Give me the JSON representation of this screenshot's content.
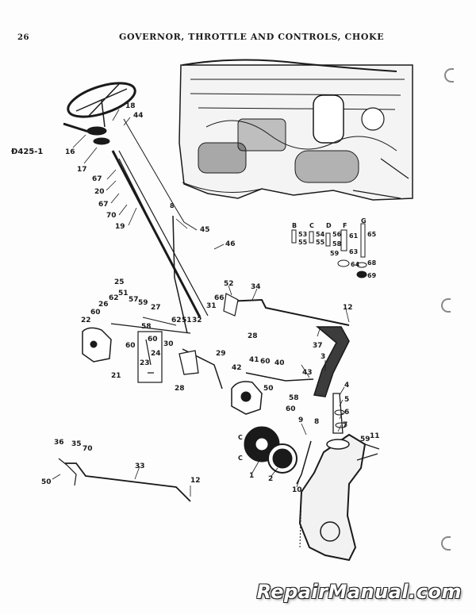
{
  "page": {
    "number": "26",
    "title": "GOVERNOR, THROTTLE AND CONTROLS, CHOKE",
    "figure_ref": "425-1",
    "watermark": "RepairManual.com"
  },
  "callouts": {
    "c1": "18",
    "c2": "44",
    "c3": "16",
    "c4": "17",
    "c5": "67",
    "c6": "20",
    "c7": "67",
    "c8": "70",
    "c9": "19",
    "c10": "8",
    "c11": "45",
    "c12": "46",
    "c13": "52",
    "c14": "34",
    "c15": "66",
    "c16": "31",
    "c17": "12",
    "c18": "25",
    "c19": "62",
    "c20": "51",
    "c21": "57",
    "c22": "59",
    "c23": "26",
    "c24": "27",
    "c25": "60",
    "c26": "22",
    "c27": "58",
    "c28": "62",
    "c29": "51",
    "c30": "32",
    "c31": "28",
    "c32": "37",
    "c33": "60",
    "c34": "30",
    "c35": "29",
    "c36": "60",
    "c37": "24",
    "c38": "23",
    "c39": "21",
    "c40": "3",
    "c41": "41",
    "c42": "60",
    "c43": "40",
    "c44": "42",
    "c45": "43",
    "c46": "50",
    "c47": "28",
    "c48": "4",
    "c49": "58",
    "c50": "5",
    "c51": "60",
    "c52": "6",
    "c53": "9",
    "c54": "8",
    "c55": "7",
    "c56": "59",
    "c57": "11",
    "c58": "36",
    "c59": "35",
    "c60": "70",
    "c61": "33",
    "c62": "50",
    "c63": "12",
    "c64": "1",
    "c65": "2",
    "c66": "10",
    "c67": "C",
    "c68": "C"
  },
  "hardware": {
    "h1": "B",
    "h2": "53",
    "h3": "55",
    "h4": "C",
    "h5": "54",
    "h6": "55",
    "h7": "D",
    "h8": "56",
    "h9": "58",
    "h10": "59",
    "h11": "F",
    "h12": "61",
    "h13": "63",
    "h14": "64",
    "h15": "G",
    "h16": "65",
    "h17": "68",
    "h18": "69"
  }
}
